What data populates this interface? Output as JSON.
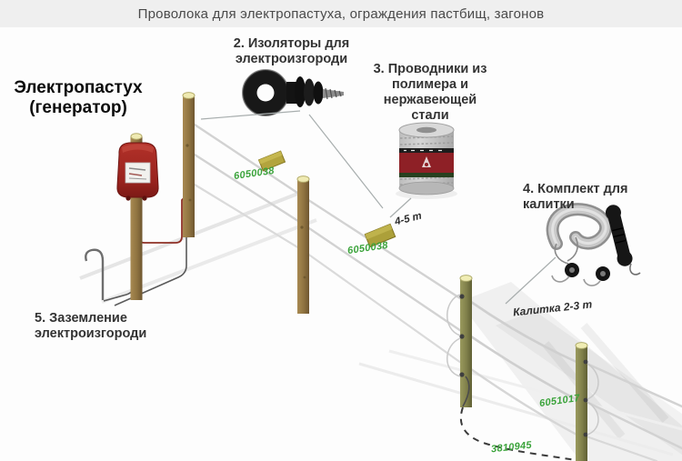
{
  "title": "Проволока для электропастуха, ограждения пастбищ, загонов",
  "labels": {
    "energizer_line1": "Электропастух",
    "energizer_line2": "(генератор)",
    "insulators_line1": "2. Изоляторы для",
    "insulators_line2": "электроизгороди",
    "conductors_line1": "3. Проводники из",
    "conductors_line2": "полимера и",
    "conductors_line3": "нержавеющей",
    "conductors_line4": "стали",
    "gate_kit": "4. Комплект для калитки",
    "grounding_line1": "5. Заземление",
    "grounding_line2": "электроизгороди"
  },
  "annotations": {
    "wire_tag_1": "6050038",
    "wire_tag_2": "6050038",
    "post_spacing": "4-5 m",
    "gate_width": "Калитка 2-3 m",
    "gate_wire_code": "6051017",
    "ground_cable_code": "3810945"
  },
  "colors": {
    "title_bar": "#efefef",
    "background": "#fdfdfd",
    "energizer_red": "#a32a24",
    "post_wood": "#96793f",
    "gate_post_olive": "#85854c",
    "wire_gray": "#d4d4d4",
    "part_number_green": "#3aa33a",
    "tag_yellow": "#b3a43e",
    "label_text": "#333333"
  }
}
